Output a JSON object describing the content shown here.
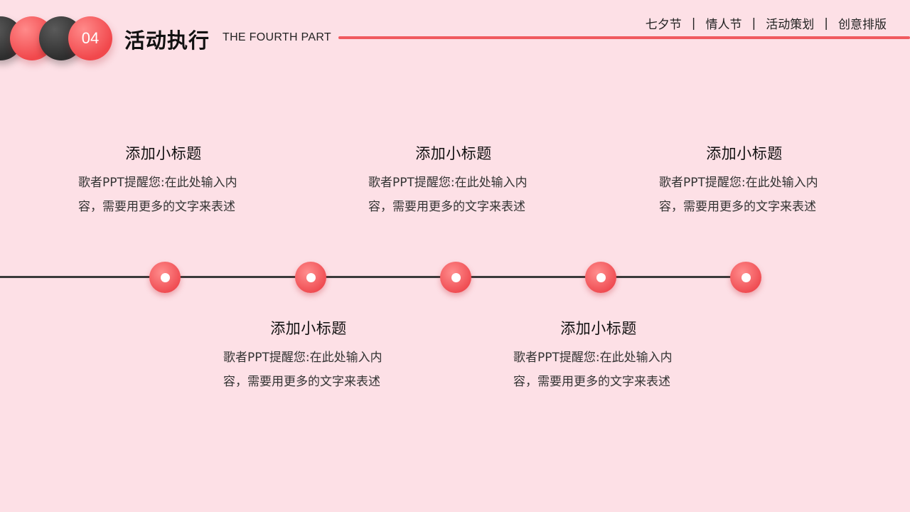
{
  "header": {
    "part_number": "04",
    "title": "活动执行",
    "part_label": "THE FOURTH PART"
  },
  "top_nav": {
    "items": [
      "七夕节",
      "情人节",
      "活动策划",
      "创意排版"
    ],
    "separator": "|"
  },
  "timeline": {
    "blocks": [
      {
        "title": "添加小标题",
        "body": "歌者PPT提醒您:在此处输入内容，需要用更多的文字来表述"
      },
      {
        "title": "添加小标题",
        "body": "歌者PPT提醒您:在此处输入内容，需要用更多的文字来表述"
      },
      {
        "title": "添加小标题",
        "body": "歌者PPT提醒您:在此处输入内容，需要用更多的文字来表述"
      },
      {
        "title": "添加小标题",
        "body": "歌者PPT提醒您:在此处输入内容，需要用更多的文字来表述"
      },
      {
        "title": "添加小标题",
        "body": "歌者PPT提醒您:在此处输入内容，需要用更多的文字来表述"
      }
    ]
  },
  "colors": {
    "background": "#fde0e6",
    "accent": "#f05a5f",
    "dark": "#3a3a3a"
  }
}
